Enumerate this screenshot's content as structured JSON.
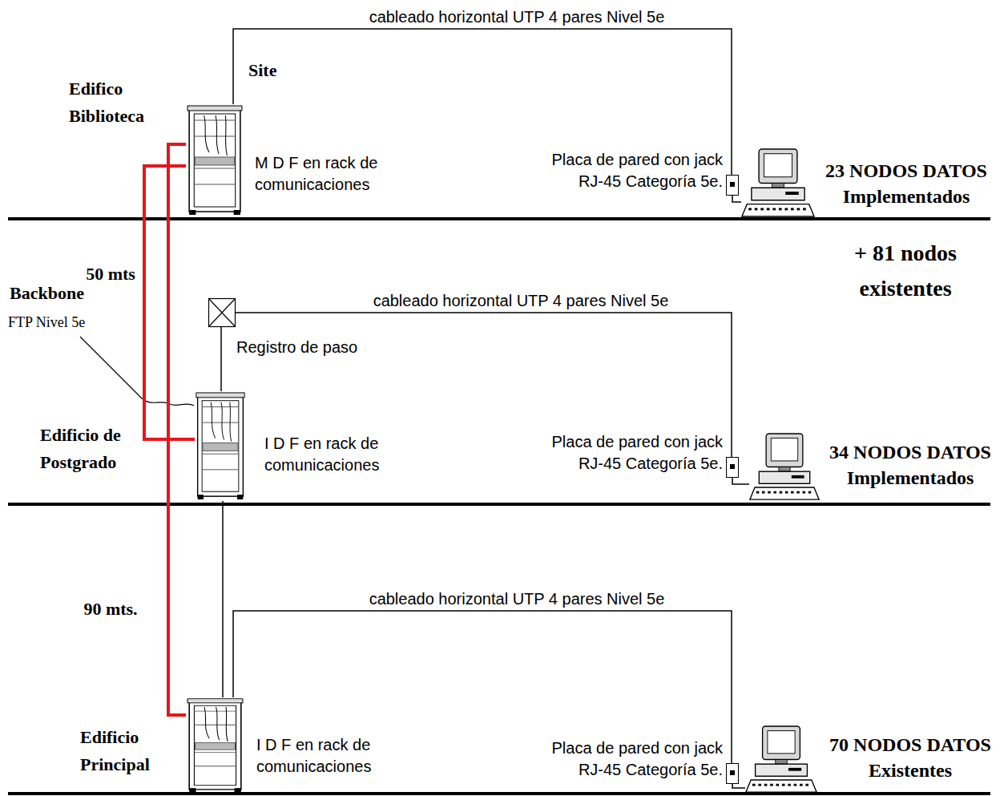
{
  "diagram": {
    "nodes": [
      {
        "text": [
          "Edifico Biblioteca",
          "Site",
          "M D F en rack de comunicaciones"
        ]
      },
      {
        "text": [
          "Placa de pared con jack RJ-45 Categoría 5e."
        ]
      },
      {
        "text": [
          "23 NODOS DATOS Implementados"
        ]
      },
      {
        "text": [
          "Registro de paso"
        ]
      },
      {
        "text": [
          "Edificio de Postgrado",
          "I D F en rack de comunicaciones"
        ]
      },
      {
        "text": [
          "Placa de pared con jack RJ-45 Categoría 5e."
        ]
      },
      {
        "text": [
          "34 NODOS DATOS Implementados"
        ]
      },
      {
        "text": [
          "Edificio Principal",
          "I D F en rack de comunicaciones"
        ]
      },
      {
        "text": [
          "Placa de pared con jack RJ-45 Categoría 5e."
        ]
      },
      {
        "text": [
          "70 NODOS DATOS Existentes"
        ]
      }
    ],
    "edges": [
      {
        "from": 0,
        "to": 1,
        "label": "cableado horizontal UTP 4 pares Nivel 5e",
        "arrow": "none"
      },
      {
        "from": 1,
        "to": 2,
        "arrow": "none"
      },
      {
        "from": 4,
        "to": 3,
        "arrow": "none"
      },
      {
        "from": 3,
        "to": 5,
        "label": "cableado horizontal UTP 4 pares Nivel 5e",
        "arrow": "none"
      },
      {
        "from": 5,
        "to": 6,
        "arrow": "none"
      },
      {
        "from": 7,
        "to": 8,
        "label": "cableado horizontal UTP 4 pares Nivel 5e",
        "arrow": "none"
      },
      {
        "from": 8,
        "to": 9,
        "arrow": "none"
      },
      {
        "from": 0,
        "to": 4,
        "label": "50 mts",
        "arrow": "none"
      },
      {
        "from": 0,
        "to": 7,
        "label": "90 mts.",
        "arrow": "none"
      },
      {
        "from": 4,
        "to": 7,
        "arrow": "none"
      }
    ],
    "labels": [
      "Backbone",
      "FTP Nivel 5e",
      "+ 81 nodos existentes"
    ]
  }
}
